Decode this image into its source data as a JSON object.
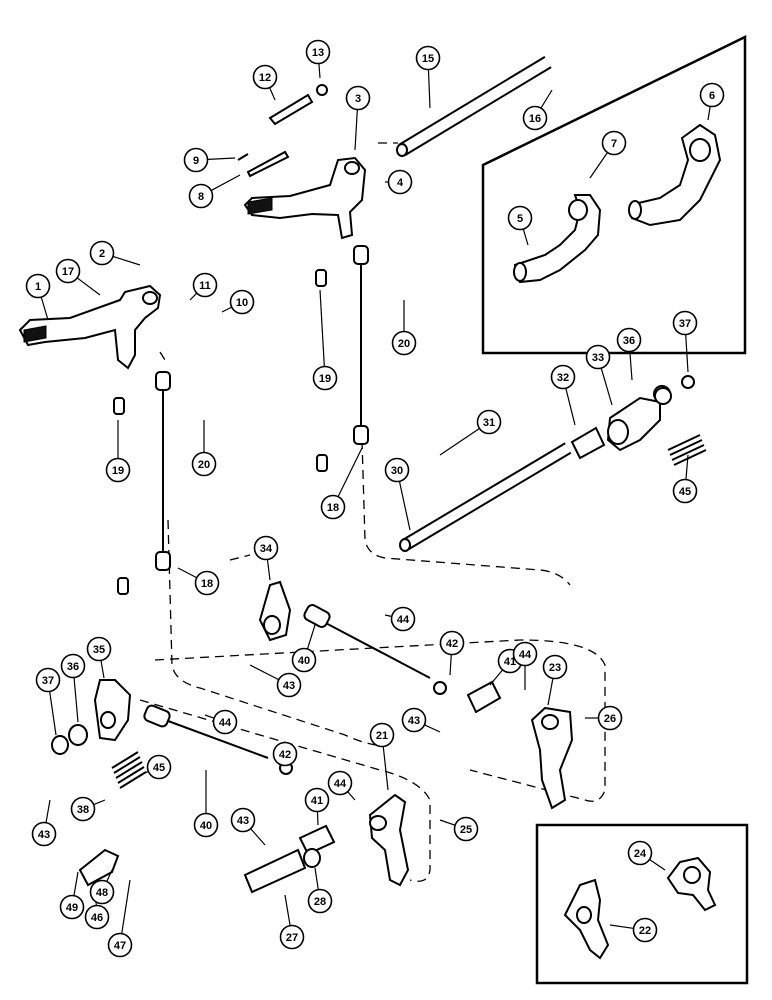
{
  "figure": {
    "callouts": [
      {
        "id": "c1",
        "label": "1"
      },
      {
        "id": "c2",
        "label": "2"
      },
      {
        "id": "c3",
        "label": "3"
      },
      {
        "id": "c4",
        "label": "4"
      },
      {
        "id": "c5",
        "label": "5"
      },
      {
        "id": "c6",
        "label": "6"
      },
      {
        "id": "c7",
        "label": "7"
      },
      {
        "id": "c8",
        "label": "8"
      },
      {
        "id": "c9",
        "label": "9"
      },
      {
        "id": "c10",
        "label": "10"
      },
      {
        "id": "c11",
        "label": "11"
      },
      {
        "id": "c12",
        "label": "12"
      },
      {
        "id": "c13",
        "label": "13"
      },
      {
        "id": "c15",
        "label": "15"
      },
      {
        "id": "c16",
        "label": "16"
      },
      {
        "id": "c17",
        "label": "17"
      },
      {
        "id": "c18a",
        "label": "18"
      },
      {
        "id": "c18b",
        "label": "18"
      },
      {
        "id": "c19a",
        "label": "19"
      },
      {
        "id": "c19b",
        "label": "19"
      },
      {
        "id": "c20a",
        "label": "20"
      },
      {
        "id": "c20b",
        "label": "20"
      },
      {
        "id": "c21",
        "label": "21"
      },
      {
        "id": "c22",
        "label": "22"
      },
      {
        "id": "c23",
        "label": "23"
      },
      {
        "id": "c24",
        "label": "24"
      },
      {
        "id": "c25",
        "label": "25"
      },
      {
        "id": "c26",
        "label": "26"
      },
      {
        "id": "c27",
        "label": "27"
      },
      {
        "id": "c28",
        "label": "28"
      },
      {
        "id": "c30",
        "label": "30"
      },
      {
        "id": "c31",
        "label": "31"
      },
      {
        "id": "c32",
        "label": "32"
      },
      {
        "id": "c33",
        "label": "33"
      },
      {
        "id": "c34",
        "label": "34"
      },
      {
        "id": "c35",
        "label": "35"
      },
      {
        "id": "c36a",
        "label": "36"
      },
      {
        "id": "c36b",
        "label": "36"
      },
      {
        "id": "c37a",
        "label": "37"
      },
      {
        "id": "c37b",
        "label": "37"
      },
      {
        "id": "c38",
        "label": "38"
      },
      {
        "id": "c40a",
        "label": "40"
      },
      {
        "id": "c40b",
        "label": "40"
      },
      {
        "id": "c41a",
        "label": "41"
      },
      {
        "id": "c41b",
        "label": "41"
      },
      {
        "id": "c42a",
        "label": "42"
      },
      {
        "id": "c42b",
        "label": "42"
      },
      {
        "id": "c43a",
        "label": "43"
      },
      {
        "id": "c43b",
        "label": "43"
      },
      {
        "id": "c43c",
        "label": "43"
      },
      {
        "id": "c43d",
        "label": "43"
      },
      {
        "id": "c44a",
        "label": "44"
      },
      {
        "id": "c44b",
        "label": "44"
      },
      {
        "id": "c44c",
        "label": "44"
      },
      {
        "id": "c44d",
        "label": "44"
      },
      {
        "id": "c45a",
        "label": "45"
      },
      {
        "id": "c45b",
        "label": "45"
      },
      {
        "id": "c46",
        "label": "46"
      },
      {
        "id": "c47",
        "label": "47"
      },
      {
        "id": "c48",
        "label": "48"
      },
      {
        "id": "c49",
        "label": "49"
      }
    ]
  }
}
